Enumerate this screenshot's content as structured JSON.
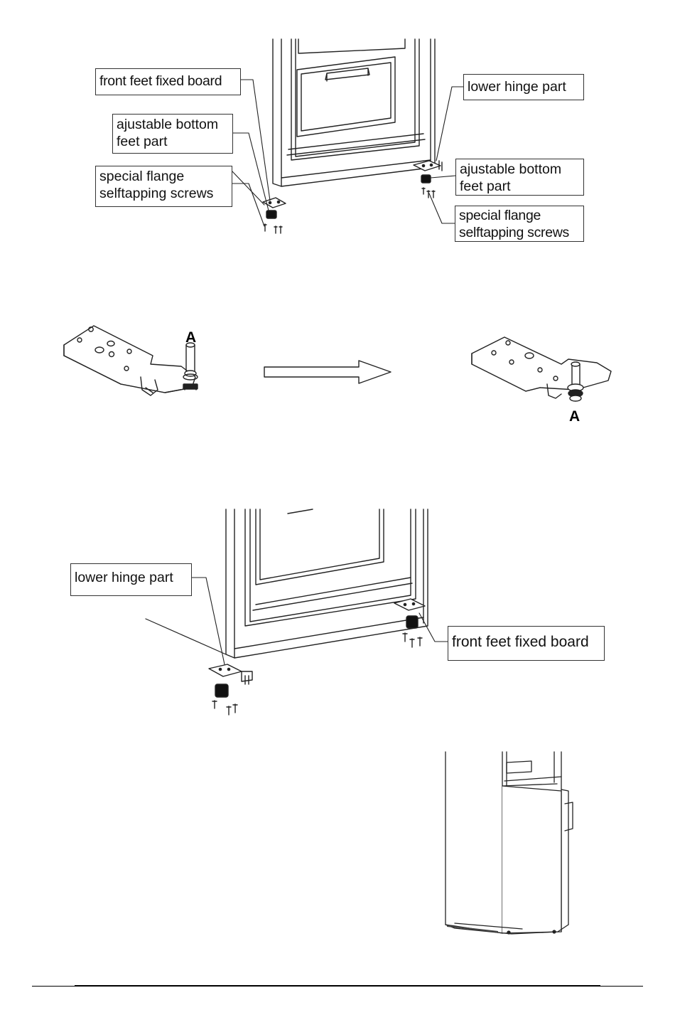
{
  "figure1": {
    "labels": {
      "front_feet_fixed_board": "front feet fixed board",
      "ajustable_bottom_feet_left_l1": "ajustable bottom",
      "ajustable_bottom_feet_left_l2": "feet part",
      "special_flange_left_l1": "special flange",
      "special_flange_left_l2": "selftapping screws",
      "lower_hinge_part": "lower hinge part",
      "ajustable_bottom_feet_right_l1": "ajustable bottom",
      "ajustable_bottom_feet_right_l2": "feet part",
      "special_flange_right_l1": "special flange",
      "special_flange_right_l2": "selftapping screws"
    }
  },
  "figure2": {
    "marker_before": "A",
    "marker_after": "A"
  },
  "figure3": {
    "labels": {
      "lower_hinge_part": "lower hinge part",
      "front_feet_fixed_board": "front feet fixed board"
    }
  }
}
